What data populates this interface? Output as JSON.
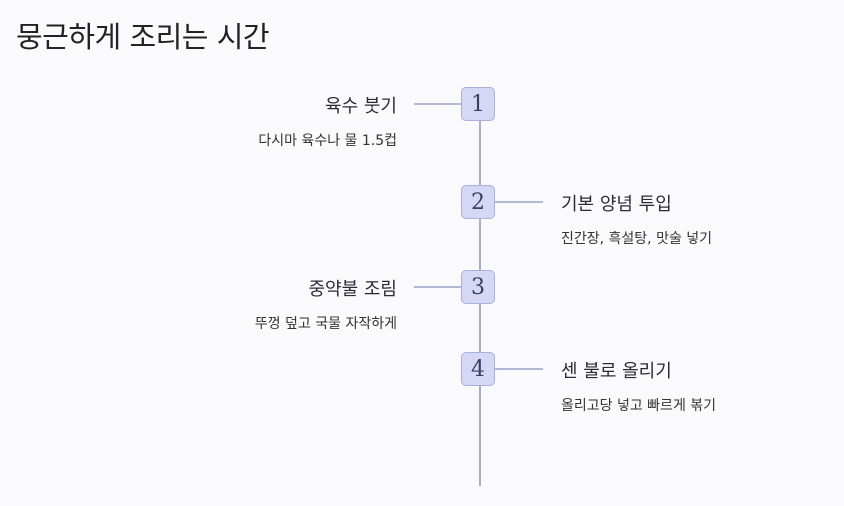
{
  "title": "뭉근하게 조리는 시간",
  "steps": [
    {
      "number": "1",
      "title": "육수 붓기",
      "desc": "다시마 육수나 물 1.5컵"
    },
    {
      "number": "2",
      "title": "기본 양념 투입",
      "desc": "진간장, 흑설탕, 맛술 넣기"
    },
    {
      "number": "3",
      "title": "중약불 조림",
      "desc": "뚜껑 덮고 국물 자작하게"
    },
    {
      "number": "4",
      "title": "센 불로 올리기",
      "desc": "올리고당 넣고 빠르게 볶기"
    }
  ],
  "colors": {
    "node_fill": "#d4d8f5",
    "node_border": "#a9b0dd",
    "line": "#a9aecd"
  }
}
